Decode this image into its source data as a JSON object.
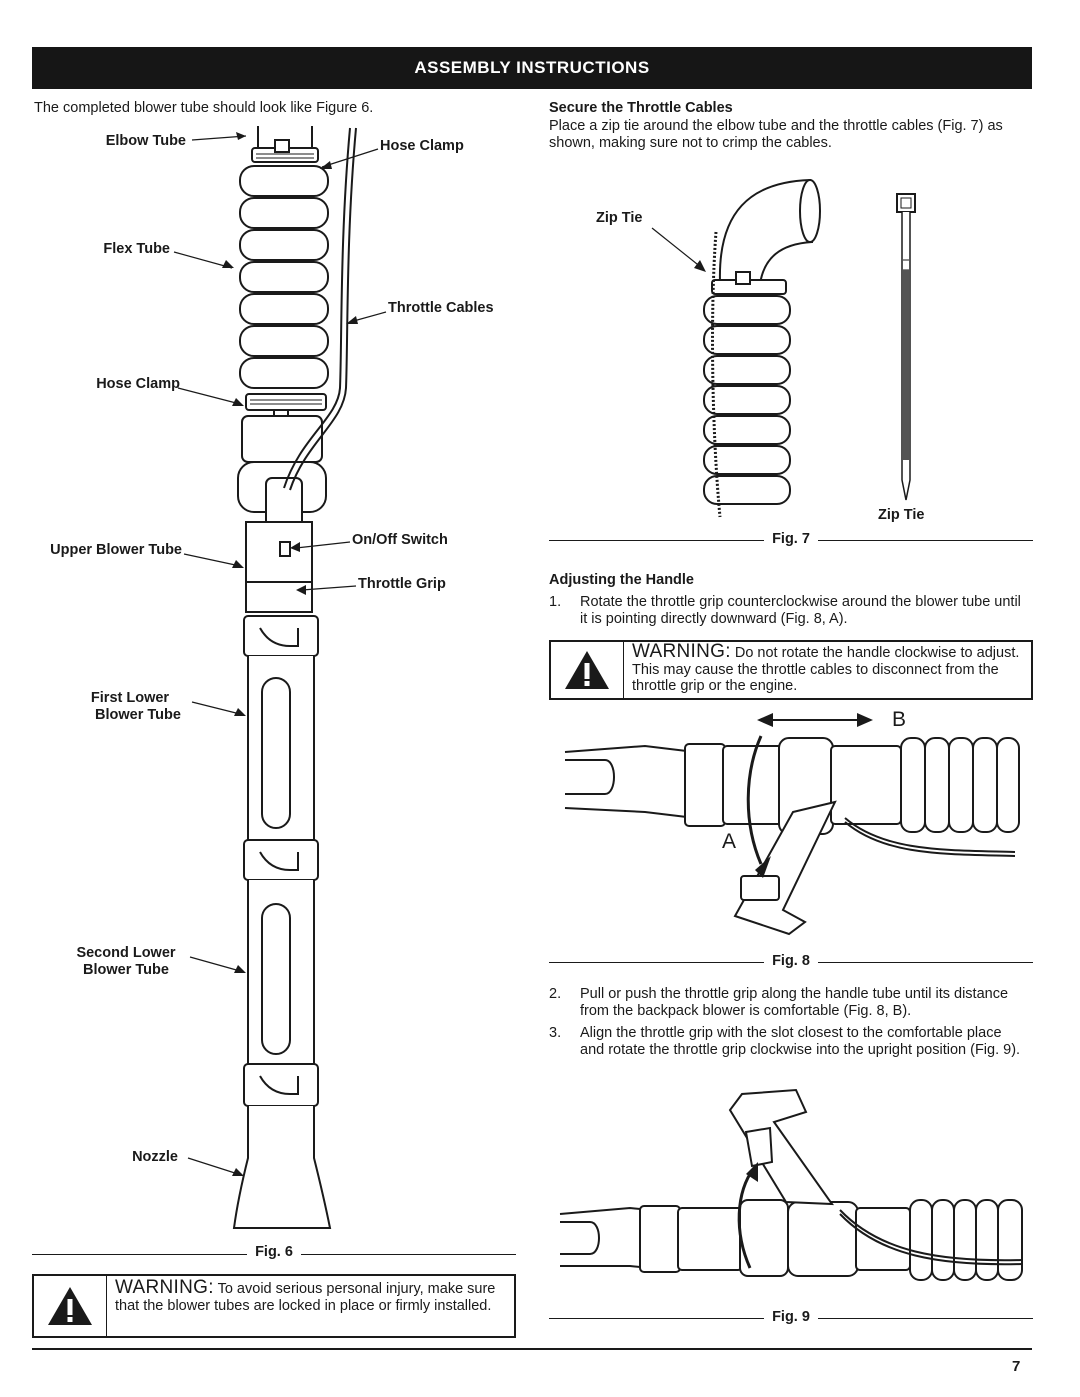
{
  "header": {
    "title": "ASSEMBLY INSTRUCTIONS"
  },
  "left": {
    "intro": "The completed blower tube should look like Figure 6.",
    "fig6_labels": {
      "elbow_tube": "Elbow Tube",
      "hose_clamp_top": "Hose Clamp",
      "flex_tube": "Flex Tube",
      "throttle_cables": "Throttle Cables",
      "hose_clamp_bottom": "Hose Clamp",
      "upper_blower_tube": "Upper Blower Tube",
      "on_off_switch": "On/Off Switch",
      "throttle_grip": "Throttle Grip",
      "first_lower_line1": "First Lower",
      "first_lower_line2": "Blower Tube",
      "second_lower_line1": "Second Lower",
      "second_lower_line2": "Blower Tube",
      "nozzle": "Nozzle"
    },
    "fig6_caption": "Fig. 6",
    "warning": {
      "word": "WARNING:",
      "text": "To avoid serious personal injury, make sure that the blower tubes are locked in place or firmly installed."
    }
  },
  "right": {
    "secure_heading": "Secure the Throttle Cables",
    "secure_text": "Place a zip tie around the elbow tube and the throttle cables (Fig. 7) as shown, making sure not to crimp the cables.",
    "fig7_labels": {
      "zip_tie_left": "Zip Tie",
      "zip_tie_right": "Zip Tie"
    },
    "fig7_caption": "Fig. 7",
    "adjust_heading": "Adjusting the Handle",
    "steps": [
      {
        "num": "1.",
        "text": "Rotate the throttle grip counterclockwise around the blower tube until it is pointing directly downward (Fig. 8, A)."
      },
      {
        "num": "2.",
        "text": "Pull or push the throttle grip along the handle tube until its distance from the backpack blower is comfortable (Fig. 8, B)."
      },
      {
        "num": "3.",
        "text": "Align the throttle grip with the slot closest to the comfortable place and rotate the throttle grip clockwise into the upright position (Fig. 9)."
      }
    ],
    "warning": {
      "word": "WARNING:",
      "text": "Do not rotate the handle clockwise to adjust. This may cause the throttle cables to disconnect from the throttle grip or the engine."
    },
    "fig8_labels": {
      "a": "A",
      "b": "B"
    },
    "fig8_caption": "Fig. 8",
    "fig9_caption": "Fig. 9"
  },
  "footer": {
    "page_number": "7"
  }
}
